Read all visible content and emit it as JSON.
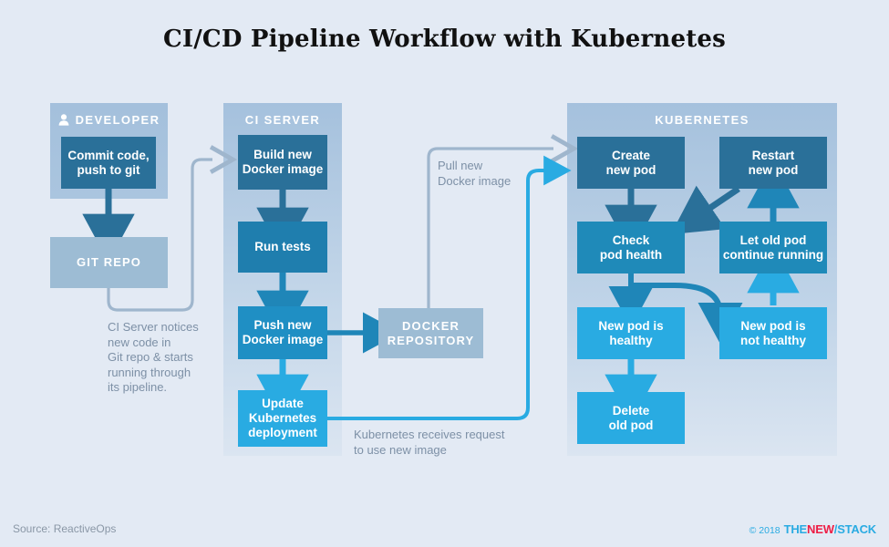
{
  "title": "CI/CD Pipeline Workflow with Kubernetes",
  "colors": {
    "canvas": "#e3eaf4",
    "panel_top": "#a5c1dd",
    "panel_bottom": "#dbe5f1",
    "box_dark": "#2a7099",
    "box_mid": "#1f86b8",
    "box_bright": "#29abe2",
    "box_muted": "#9dbcd4",
    "arrow_dark": "#2a7099",
    "arrow_mid": "#1f86b8",
    "arrow_bright": "#29abe2",
    "arrow_faint": "#9fb6cd",
    "note_text": "#7d90a6",
    "logo_cyan": "#29abe2",
    "logo_red": "#ed1e45"
  },
  "panels": {
    "developer": {
      "header": "DEVELOPER",
      "icon": "user-icon",
      "boxes": [
        {
          "label": "Commit code,\npush to git",
          "tone": "dark"
        }
      ]
    },
    "ci_server": {
      "header": "CI SERVER",
      "boxes": [
        {
          "label": "Build new\nDocker image",
          "tone": "dark"
        },
        {
          "label": "Run tests",
          "tone": "mid"
        },
        {
          "label": "Push new\nDocker image",
          "tone": "mid2"
        },
        {
          "label": "Update\nKubernetes\ndeployment",
          "tone": "bright"
        }
      ]
    },
    "kubernetes": {
      "header": "KUBERNETES",
      "boxes": [
        {
          "label": "Create\nnew pod",
          "tone": "dark"
        },
        {
          "label": "Restart\nnew pod",
          "tone": "dark"
        },
        {
          "label": "Check\npod health",
          "tone": "mid"
        },
        {
          "label": "Let old pod\ncontinue running",
          "tone": "mid"
        },
        {
          "label": "New pod is\nhealthy",
          "tone": "bright"
        },
        {
          "label": "New pod is\nnot healthy",
          "tone": "bright"
        },
        {
          "label": "Delete\nold pod",
          "tone": "bright"
        }
      ]
    }
  },
  "standalone_boxes": [
    {
      "label": "GIT REPO",
      "tone": "muted"
    },
    {
      "label": "DOCKER\nREPOSITORY",
      "tone": "muted"
    }
  ],
  "notes": [
    {
      "text": "CI Server notices\nnew code in\nGit repo & starts\nrunning through\nits pipeline."
    },
    {
      "text": "Pull new\nDocker image"
    },
    {
      "text": "Kubernetes receives request\nto use new image"
    }
  ],
  "footer": {
    "source": "Source: ReactiveOps",
    "copyright": "© 2018",
    "logo_the": "THE",
    "logo_new": "NEW",
    "logo_slash": "/",
    "logo_stack": "STACK"
  }
}
